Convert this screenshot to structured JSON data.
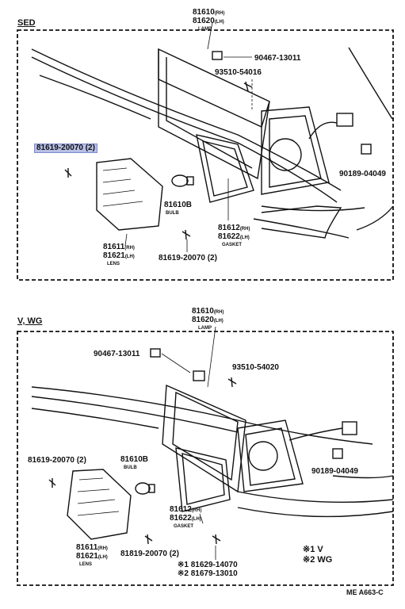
{
  "top": {
    "section_label": "SED",
    "lamp_no1": "81610",
    "lamp_no1_suffix": "(RH)",
    "lamp_no2": "81620",
    "lamp_no2_suffix": "(LH)",
    "lamp_name": "LAMP",
    "clip": "90467-13011",
    "screw_a": "93510-54016",
    "highlighted_screw": "81619-20070 (2)",
    "bulb_no": "81610B",
    "bulb_name": "BULB",
    "socket": "90189-04049",
    "gasket_no1": "81612",
    "gasket_no1_suffix": "(RH)",
    "gasket_no2": "81622",
    "gasket_no2_suffix": "(LH)",
    "gasket_name": "GASKET",
    "lens_no1": "81611",
    "lens_no1_suffix": "(RH)",
    "lens_no2": "81621",
    "lens_no2_suffix": "(LH)",
    "lens_name": "LENS",
    "screw_b": "81619-20070 (2)"
  },
  "bottom": {
    "section_label": "V, WG",
    "lamp_no1": "81610",
    "lamp_no1_suffix": "(RH)",
    "lamp_no2": "81620",
    "lamp_no2_suffix": "(LH)",
    "lamp_name": "LAMP",
    "clip": "90467-13011",
    "screw_a": "93510-54020",
    "screw_left": "81619-20070 (2)",
    "bulb_no": "81610B",
    "bulb_name": "BULB",
    "socket": "90189-04049",
    "gasket_no1": "81612",
    "gasket_no1_suffix": "(RH)",
    "gasket_no2": "81622",
    "gasket_no2_suffix": "(LH)",
    "gasket_name": "GASKET",
    "lens_no1": "81611",
    "lens_no1_suffix": "(RH)",
    "lens_no2": "81621",
    "lens_no2_suffix": "(LH)",
    "lens_name": "LENS",
    "screw_b": "81819-20070 (2)",
    "note1": "※1 81629-14070",
    "note2": "※2 81679-13010",
    "legend1": "※1  V",
    "legend2": "※2  WG"
  },
  "footer_code": "ME A663-C"
}
